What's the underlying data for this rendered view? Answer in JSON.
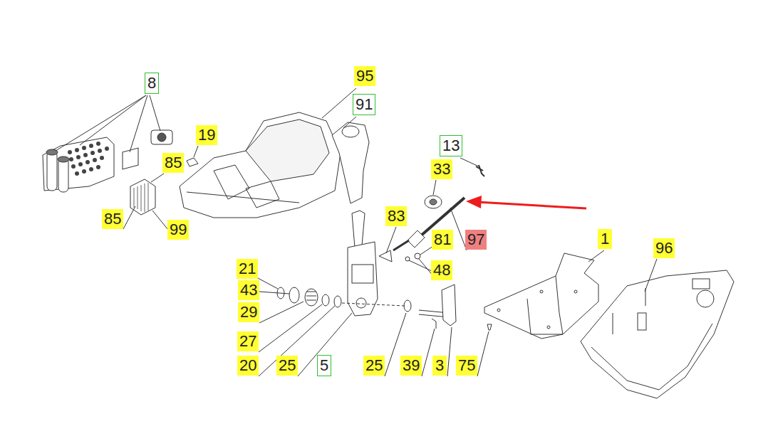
{
  "diagram": {
    "nodes": [
      {
        "text": [
          "8"
        ]
      },
      {
        "text": [
          "95"
        ]
      },
      {
        "text": [
          "91"
        ]
      },
      {
        "text": [
          "19"
        ]
      },
      {
        "text": [
          "13"
        ]
      },
      {
        "text": [
          "85"
        ]
      },
      {
        "text": [
          "33"
        ]
      },
      {
        "text": [
          "83"
        ]
      },
      {
        "text": [
          "85"
        ]
      },
      {
        "text": [
          "99"
        ]
      },
      {
        "text": [
          "81"
        ]
      },
      {
        "text": [
          "97"
        ]
      },
      {
        "text": [
          "1"
        ]
      },
      {
        "text": [
          "96"
        ]
      },
      {
        "text": [
          "21"
        ]
      },
      {
        "text": [
          "48"
        ]
      },
      {
        "text": [
          "43"
        ]
      },
      {
        "text": [
          "29"
        ]
      },
      {
        "text": [
          "27"
        ]
      },
      {
        "text": [
          "20"
        ]
      },
      {
        "text": [
          "25"
        ]
      },
      {
        "text": [
          "5"
        ]
      },
      {
        "text": [
          "25"
        ]
      },
      {
        "text": [
          "39"
        ]
      },
      {
        "text": [
          "3"
        ]
      },
      {
        "text": [
          "75"
        ]
      }
    ]
  }
}
